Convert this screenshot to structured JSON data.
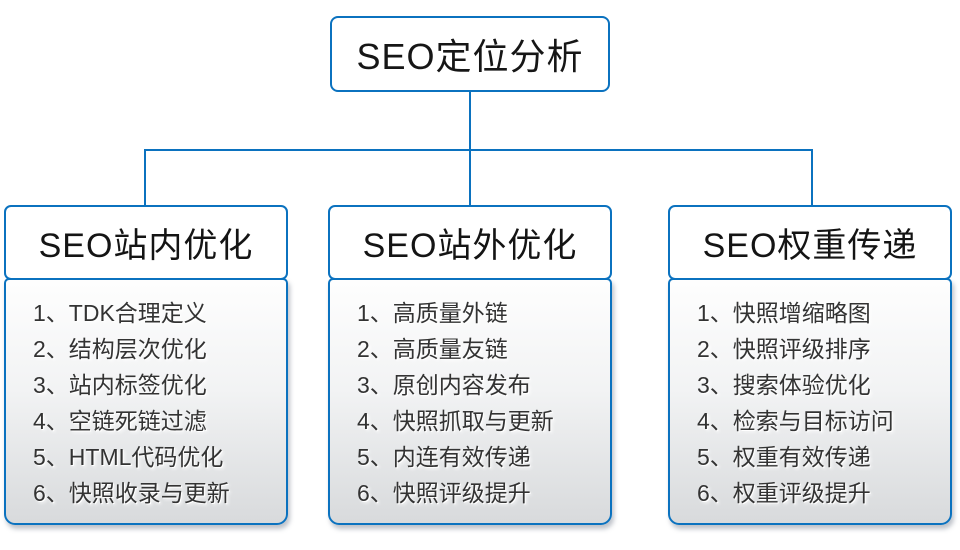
{
  "colors": {
    "accent": "#0b72bf",
    "panel_gradient_top": "#fefefe",
    "panel_gradient_bottom": "#d8dadc",
    "text": "#333333"
  },
  "root": {
    "title": "SEO定位分析"
  },
  "branches": [
    {
      "title": "SEO站内优化",
      "items": [
        "1、TDK合理定义",
        "2、结构层次优化",
        "3、站内标签优化",
        "4、空链死链过滤",
        "5、HTML代码优化",
        "6、快照收录与更新"
      ]
    },
    {
      "title": "SEO站外优化",
      "items": [
        "1、高质量外链",
        "2、高质量友链",
        "3、原创内容发布",
        "4、快照抓取与更新",
        "5、内连有效传递",
        "6、快照评级提升"
      ]
    },
    {
      "title": "SEO权重传递",
      "items": [
        "1、快照增缩略图",
        "2、快照评级排序",
        "3、搜索体验优化",
        "4、检索与目标访问",
        "5、权重有效传递",
        "6、权重评级提升"
      ]
    }
  ]
}
